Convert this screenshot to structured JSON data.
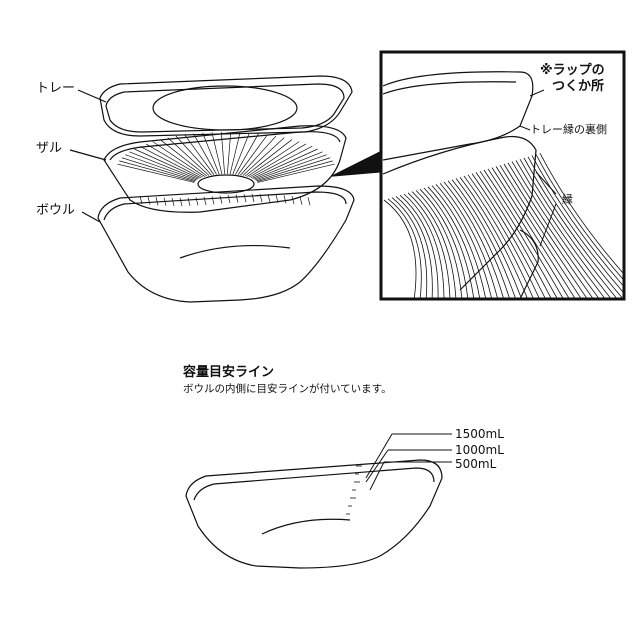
{
  "exploded_view": {
    "parts": [
      {
        "key": "tray",
        "label": "トレー"
      },
      {
        "key": "colander",
        "label": "ザル"
      },
      {
        "key": "bowl",
        "label": "ボウル"
      }
    ]
  },
  "detail_view": {
    "callout_title_line1": "※ラップの",
    "callout_title_line2": "つくか所",
    "tray_rim_label": "トレー縁の裏側",
    "rim_label": "縁"
  },
  "capacity_section": {
    "title": "容量目安ライン",
    "description": "ボウルの内側に目安ラインが付いています。",
    "lines": [
      {
        "label": "1500mL",
        "volume_ml": 1500
      },
      {
        "label": "1000mL",
        "volume_ml": 1000
      },
      {
        "label": "500mL",
        "volume_ml": 500
      }
    ]
  }
}
